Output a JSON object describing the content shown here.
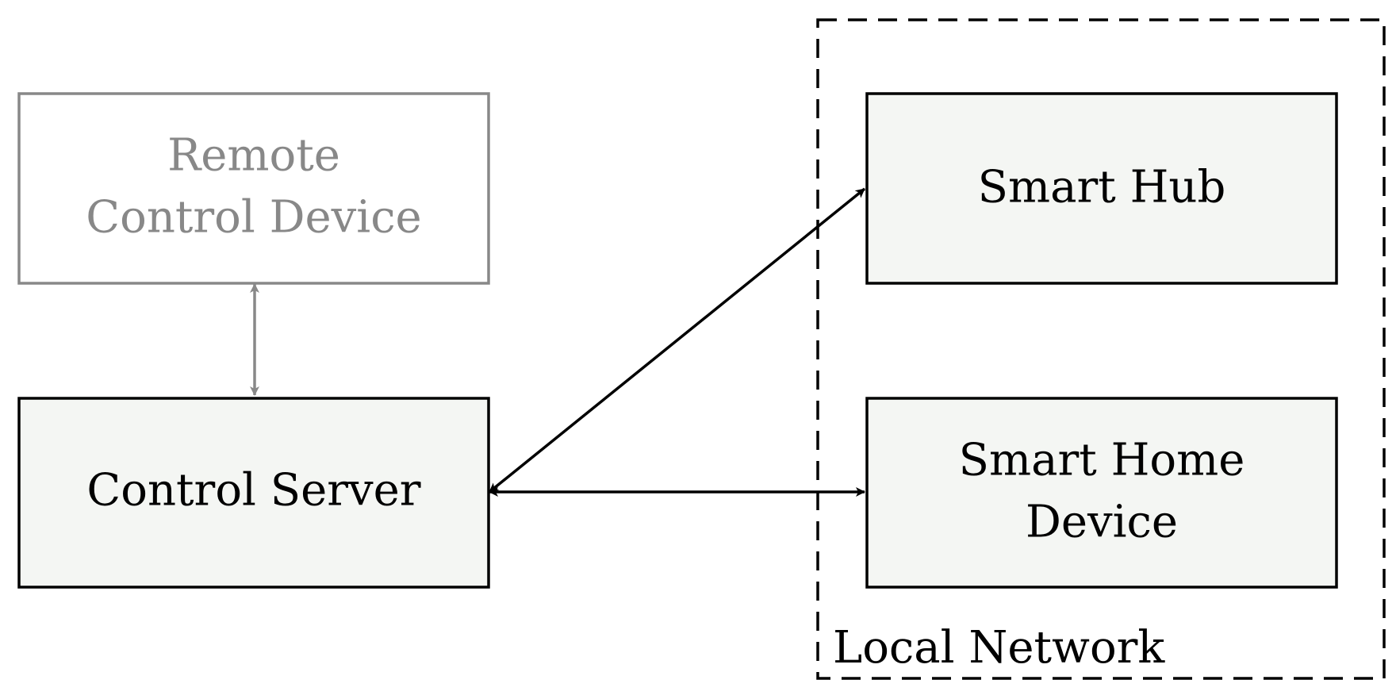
{
  "diagram": {
    "nodes": {
      "remote_control_device": {
        "lines": [
          "Remote",
          "Control Device"
        ],
        "color": "#888888",
        "fill": "#ffffff"
      },
      "control_server": {
        "lines": [
          "Control Server"
        ],
        "color": "#000000",
        "fill": "#f4f6f3"
      },
      "smart_hub": {
        "lines": [
          "Smart Hub"
        ],
        "color": "#000000",
        "fill": "#f4f6f3"
      },
      "smart_home_device": {
        "lines": [
          "Smart Home",
          "Device"
        ],
        "color": "#000000",
        "fill": "#f4f6f3"
      }
    },
    "group": {
      "label": "Local Network",
      "members": [
        "smart_hub",
        "smart_home_device"
      ],
      "border_style": "dashed"
    },
    "edges": [
      {
        "from": "remote_control_device",
        "to": "control_server",
        "direction": "both",
        "color": "#888888"
      },
      {
        "from": "control_server",
        "to": "smart_hub",
        "direction": "both",
        "color": "#000000"
      },
      {
        "from": "control_server",
        "to": "smart_home_device",
        "direction": "both",
        "color": "#000000"
      }
    ]
  }
}
